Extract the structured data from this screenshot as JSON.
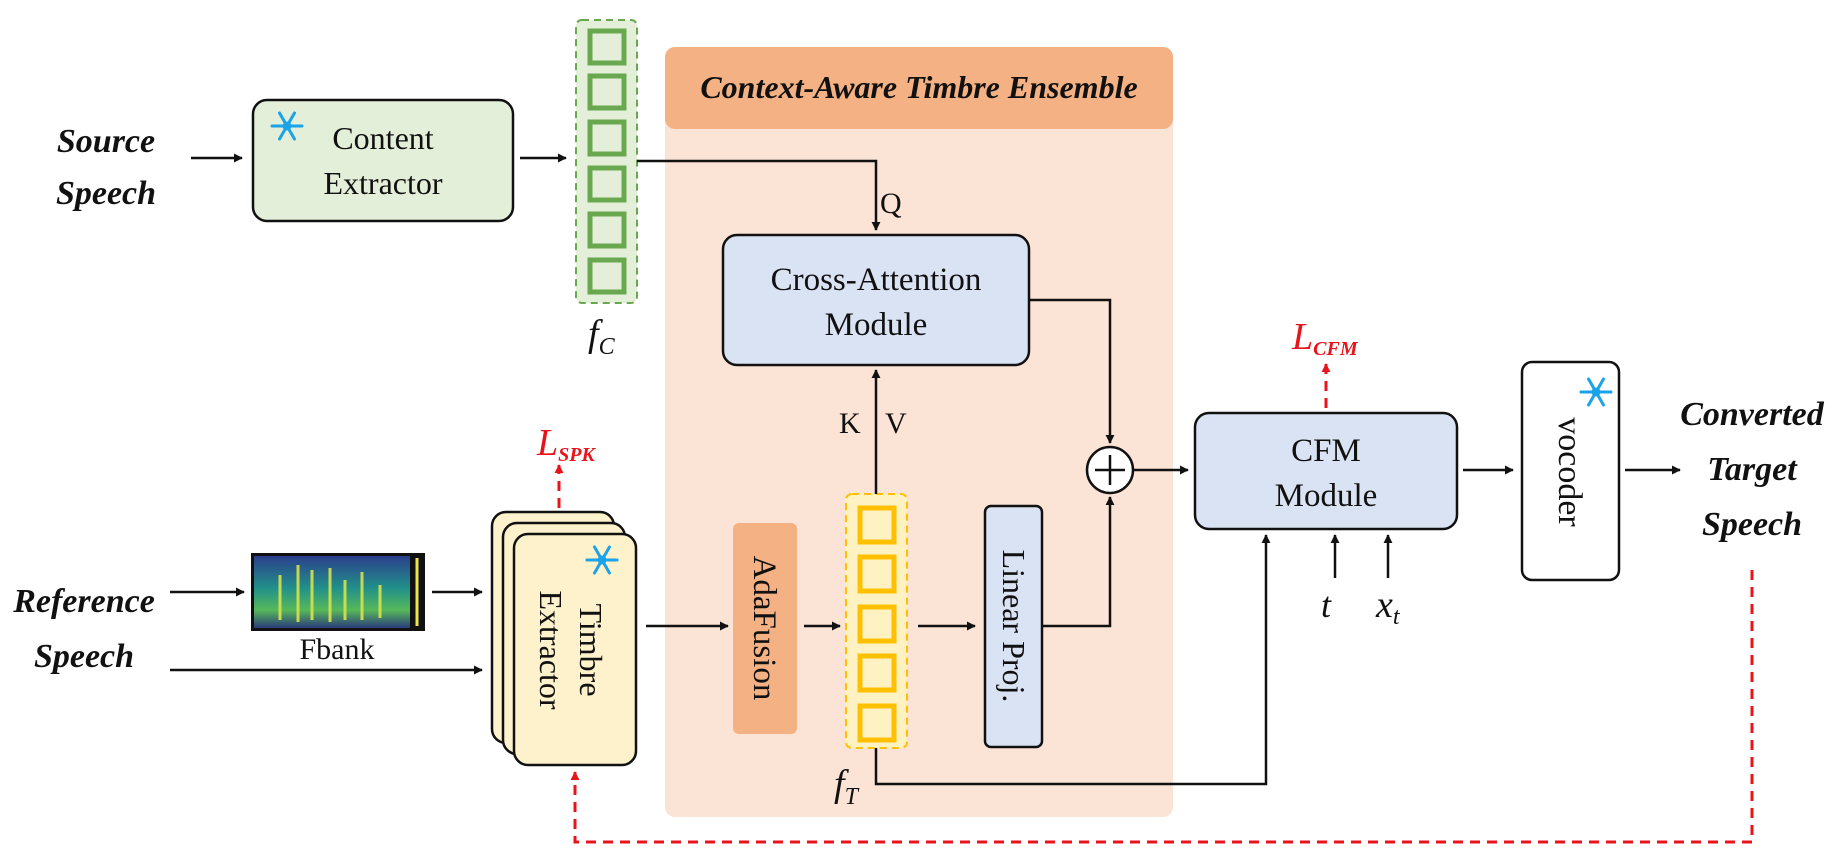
{
  "inputs": {
    "source_speech": [
      "Source",
      "Speech"
    ],
    "reference_speech": [
      "Reference",
      "Speech"
    ],
    "fbank": "Fbank"
  },
  "blocks": {
    "content_extractor": [
      "Content",
      "Extractor"
    ],
    "timbre_extractor": [
      "Timbre",
      "Extractor"
    ],
    "cate_title": "Context-Aware Timbre Ensemble",
    "cross_attention": [
      "Cross-Attention",
      "Module"
    ],
    "adafusion": "AdaFusion",
    "linear_proj": "Linear Proj.",
    "cfm": [
      "CFM",
      "Module"
    ],
    "vocoder": "vocoder"
  },
  "labels": {
    "q": "Q",
    "k": "K",
    "v": "V",
    "f_c": {
      "base": "f",
      "sub": "C"
    },
    "f_t": {
      "base": "f",
      "sub": "T"
    },
    "loss_spk": {
      "base": "L",
      "sub": "SPK"
    },
    "loss_cfm": {
      "base": "L",
      "sub": "CFM"
    },
    "t": "t",
    "x_t": {
      "base": "x",
      "sub": "t"
    }
  },
  "output": [
    "Converted",
    "Target",
    "Speech"
  ],
  "icons": {
    "frozen": "snowflake-icon",
    "sum": "plus-circle-icon"
  },
  "colors": {
    "content_fill": "#e3efd9",
    "feature_green": "#6aa84f",
    "cate_bg": "#fbe3d5",
    "cate_title_bg": "#f4b183",
    "module_fill": "#dae3f3",
    "timbre_fill": "#fdf2cc",
    "feature_yellow": "#ffc000",
    "adafusion_fill": "#f4b183",
    "loss_red": "#e8141b",
    "snowflake": "#1aa3e8"
  }
}
